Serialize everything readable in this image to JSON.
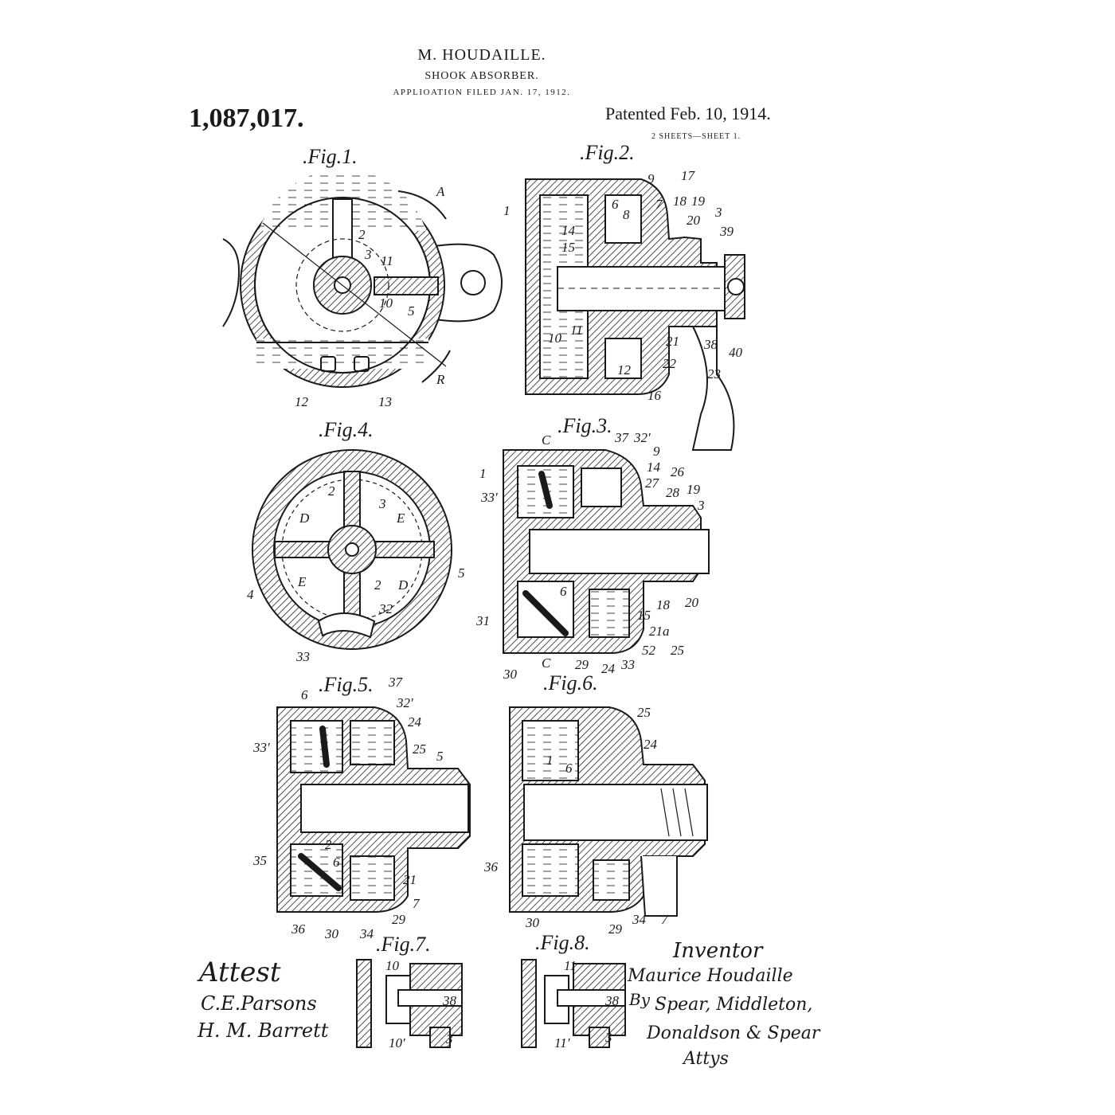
{
  "header": {
    "inventor_name": "M. HOUDAILLE.",
    "title": "SHOOK ABSORBER.",
    "filed": "APPLIOATION FILED JAN. 17, 1912.",
    "patent_number": "1,087,017.",
    "patented": "Patented Feb. 10, 1914.",
    "sheets": "2 SHEETS—SHEET 1."
  },
  "figures": {
    "fig1": ".Fig.1.",
    "fig2": ".Fig.2.",
    "fig3": ".Fig.3.",
    "fig4": ".Fig.4.",
    "fig5": ".Fig.5.",
    "fig6": ".Fig.6.",
    "fig7": ".Fig.7.",
    "fig8": ".Fig.8."
  },
  "fig1_refs": [
    "A",
    "2",
    "3",
    "11",
    "10",
    "5",
    "12",
    "13",
    "R"
  ],
  "fig2_refs": [
    "9",
    "17",
    "6",
    "8",
    "7",
    "18",
    "19",
    "20",
    "3",
    "39",
    "1",
    "14",
    "15",
    "11",
    "10",
    "21",
    "22",
    "23",
    "38",
    "40",
    "12",
    "16"
  ],
  "fig3_refs": [
    "C",
    "37",
    "32'",
    "9",
    "14",
    "26",
    "27",
    "28",
    "19",
    "3",
    "1",
    "33'",
    "6",
    "18",
    "20",
    "15",
    "21a",
    "25",
    "52",
    "33",
    "24",
    "29",
    "C",
    "30",
    "31"
  ],
  "fig4_refs": [
    "2",
    "3",
    "D",
    "E",
    "E",
    "D",
    "2",
    "32",
    "4",
    "5",
    "33"
  ],
  "fig5_refs": [
    "6",
    "37",
    "32'",
    "24",
    "25",
    "5",
    "33'",
    "2",
    "6",
    "21",
    "35",
    "29",
    "7",
    "36",
    "30",
    "34"
  ],
  "fig6_refs": [
    "25",
    "24",
    "1",
    "6",
    "36",
    "7",
    "30",
    "29",
    "34"
  ],
  "fig7_refs": [
    "10",
    "38",
    "10'",
    "3"
  ],
  "fig8_refs": [
    "11",
    "38",
    "11'",
    "3"
  ],
  "signatures": {
    "attest_label": "Attest",
    "witness_1": "C.E.Parsons",
    "witness_2": "H. M. Barrett",
    "inventor_label": "Inventor",
    "inventor_signature": "Maurice Houdaille",
    "attorney_by": "By",
    "attorney_line1": "Spear, Middleton,",
    "attorney_line2": "Donaldson & Spear",
    "attorney_label": "Attys"
  }
}
